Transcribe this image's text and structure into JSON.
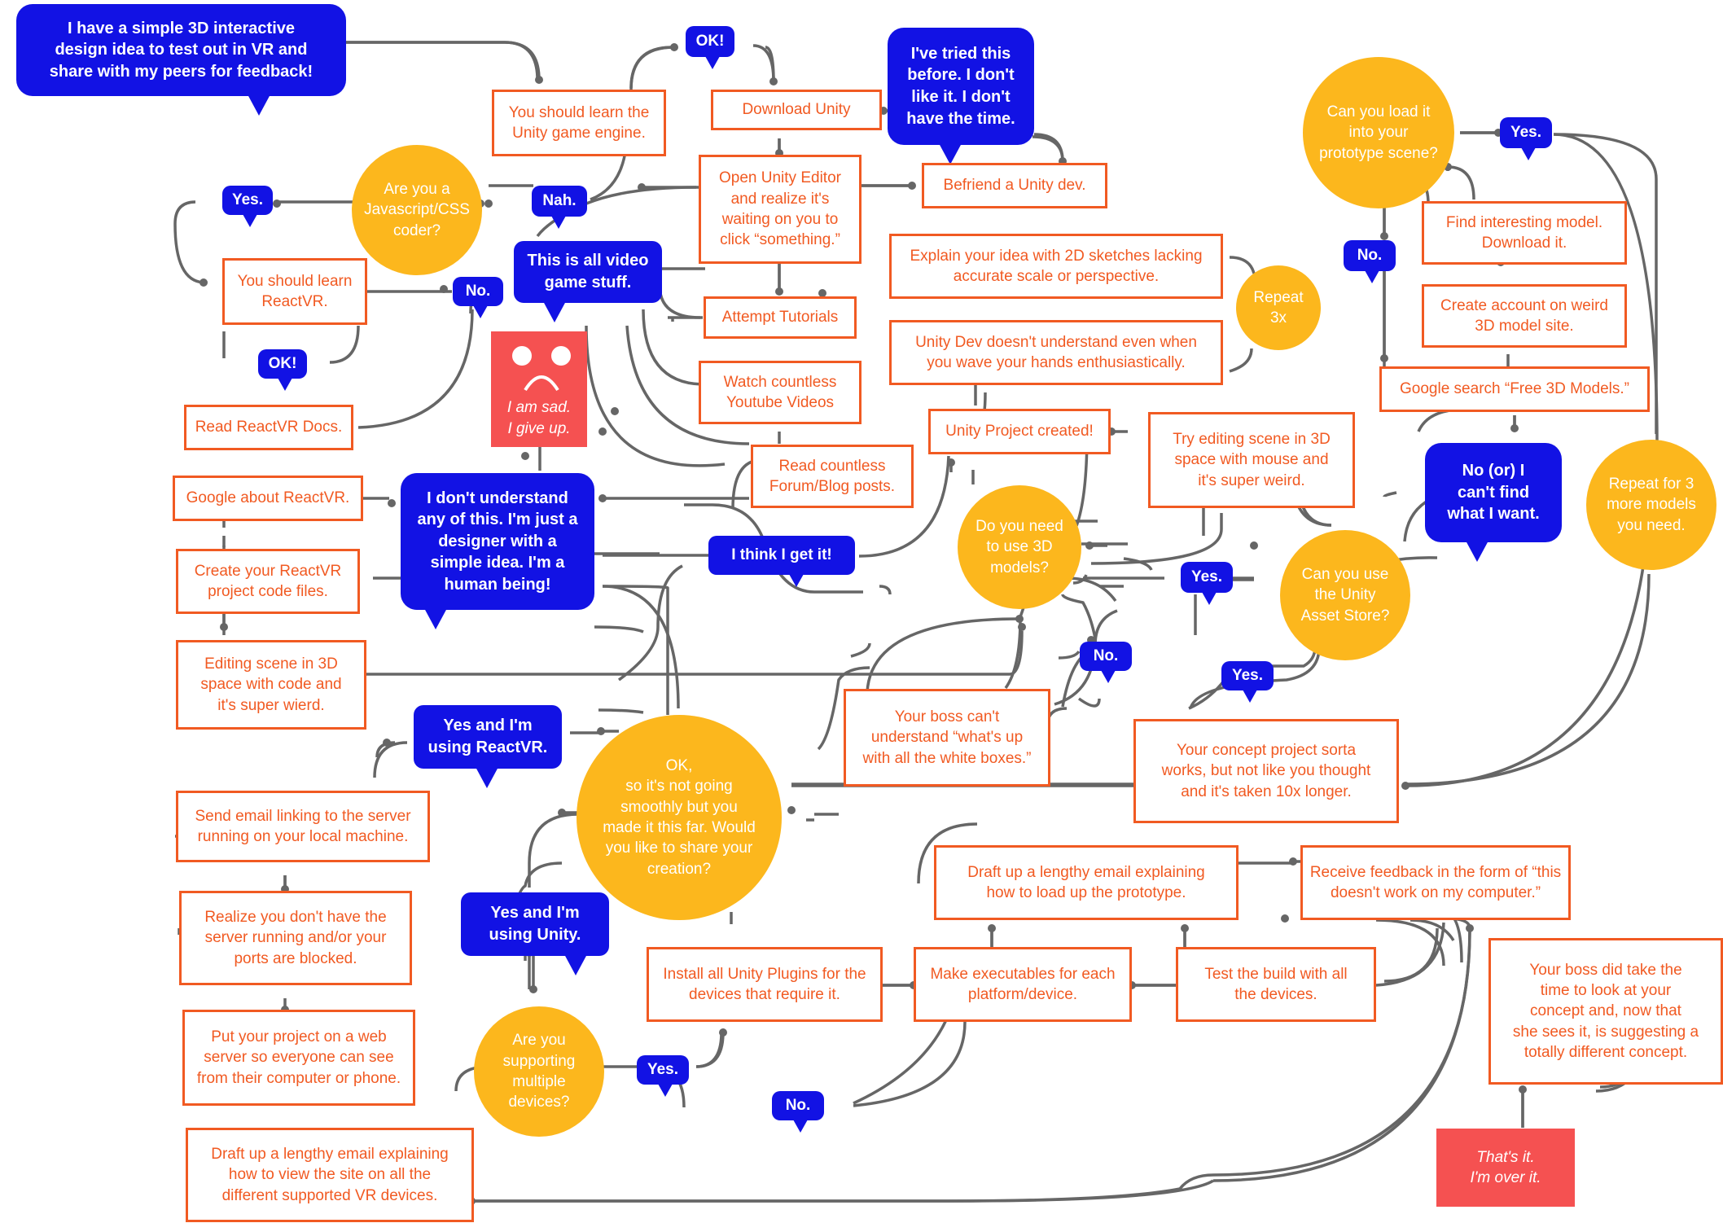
{
  "palette": {
    "orange": "#f15a22",
    "yellow": "#fcb71d",
    "blue": "#1212e4",
    "red": "#f55151",
    "line": "#666666"
  },
  "icons": {
    "sad_face": "sad-face-icon"
  },
  "nodes": {
    "start": "I have a simple 3D interactive\ndesign idea to test out in VR and\nshare with my peers for feedback!",
    "learn_unity": "You should learn the\nUnity game engine.",
    "ok_top": "OK!",
    "download_unity": "Download Unity",
    "tried_before": "I've tried this\nbefore. I don't\nlike it. I don't\nhave the time.",
    "befriend_dev": "Befriend a Unity dev.",
    "open_editor": "Open Unity Editor\nand realize it's\nwaiting on you to\nclick “something.”",
    "js_coder": "Are you a\nJavascript/CSS\ncoder?",
    "nah": "Nah.",
    "yes_js": "Yes.",
    "video_game": "This is all  video\ngame stuff.",
    "learn_reactvr": "You should learn\nReactVR.",
    "no_reactvr": "No.",
    "ok_reactvr": "OK!",
    "sad_text": "I am sad.\nI give up.",
    "attempt_tutorials": "Attempt Tutorials",
    "watch_videos": "Watch countless\nYoutube Videos",
    "read_docs": "Read ReactVR Docs.",
    "google_reactvr": "Google about ReactVR.",
    "dont_understand": "I don't understand\nany of this. I'm just a\ndesigner with a\nsimple idea. I'm a\nhuman being!",
    "read_forum": "Read countless\nForum/Blog posts.",
    "get_it": "I think I get it!",
    "create_files": "Create your ReactVR\nproject code files.",
    "editing_code": "Editing scene in 3D\nspace with code and\nit's super wierd.",
    "explain_sketches": "Explain your idea with 2D sketches lacking\naccurate scale or perspective.",
    "repeat_3x": "Repeat\n3x",
    "dev_confused": "Unity Dev doesn't understand even when\nyou wave your hands enthusiastically.",
    "project_created": "Unity Project created!",
    "try_editing_mouse": "Try editing scene in 3D\nspace with mouse and\nit's super weird.",
    "need_3d": "Do you need\nto use 3D\nmodels?",
    "yes_3d": "Yes.",
    "no_3d": "No.",
    "boss_white": "Your boss can't\nunderstand “what's up\nwith all the white boxes.”",
    "asset_store": "Can you use\nthe Unity\nAsset Store?",
    "yes_store": "Yes.",
    "cant_find": "No (or) I\ncan't find\nwhat I want.",
    "load_model": "Can you load it\ninto your\nprototype scene?",
    "yes_load": "Yes.",
    "no_load": "No.",
    "find_model": "Find interesting model.\nDownload it.",
    "create_account": "Create account on weird\n3D model site.",
    "google_free": "Google search “Free 3D Models.”",
    "repeat_models": "Repeat for 3\nmore models\nyou need.",
    "concept_sorta": "Your concept project sorta\nworks, but not like you thought\nand it's taken 10x longer.",
    "ok_share": "OK,\nso it's not going\nsmoothly but you\nmade it this far. Would\nyou like to share your\ncreation?",
    "yes_reactvr": "Yes and I'm\nusing ReactVR.",
    "send_email_local": "Send email linking to the server\nrunning on your local machine.",
    "realize_server": "Realize you don't have the\nserver running and/or your\nports are blocked.",
    "put_web_server": "Put your project on a web\nserver so everyone can see\nfrom their computer or phone.",
    "draft_vr_email": "Draft up a lengthy email explaining\nhow to view the site on all the\ndifferent supported VR devices.",
    "yes_unity": "Yes and I'm\nusing Unity.",
    "multi_devices": "Are you\nsupporting\nmultiple\ndevices?",
    "yes_multi": "Yes.",
    "no_multi": "No.",
    "install_plugins": "Install all Unity Plugins for the\ndevices that require it.",
    "make_exec": "Make executables for each\nplatform/device.",
    "draft_prototype_email": "Draft up a  lengthy email explaining\nhow to load up the prototype.",
    "test_build": "Test the build with all\nthe devices.",
    "feedback": "Receive feedback in the form of “this\ndoesn't work on my computer.”",
    "boss_different": "Your boss did take the\ntime to look at your\nconcept and, now that\nshe sees it, is suggesting a\ntotally different concept.",
    "over_it": "That's it.\nI'm over it."
  }
}
